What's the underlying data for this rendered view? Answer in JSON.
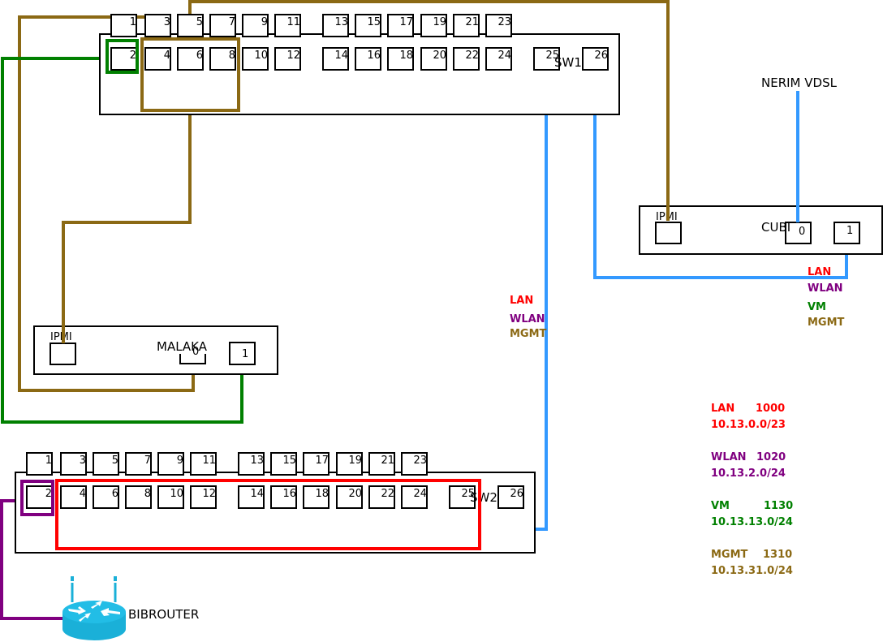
{
  "colors": {
    "lan": "#ff0000",
    "wlan": "#800080",
    "vm": "#008000",
    "mgmt": "#8b6914",
    "uplink": "#3399ff",
    "router": "#1ab0d8"
  },
  "devices": {
    "sw1": {
      "label": "SW1",
      "ports_top": [
        "1",
        "3",
        "5",
        "7",
        "9",
        "11",
        "13",
        "15",
        "17",
        "19",
        "21",
        "23"
      ],
      "ports_bottom": [
        "2",
        "4",
        "6",
        "8",
        "10",
        "12",
        "14",
        "16",
        "18",
        "20",
        "22",
        "24",
        "25",
        "26"
      ]
    },
    "sw2": {
      "label": "SW2",
      "ports_top": [
        "1",
        "3",
        "5",
        "7",
        "9",
        "11",
        "13",
        "15",
        "17",
        "19",
        "21",
        "23"
      ],
      "ports_bottom": [
        "2",
        "4",
        "6",
        "8",
        "10",
        "12",
        "14",
        "16",
        "18",
        "20",
        "22",
        "24",
        "25",
        "26"
      ]
    },
    "malaka": {
      "label": "MALAKA",
      "ipmi_label": "IPMI",
      "port0": "0",
      "port1": "1"
    },
    "cubi": {
      "label": "CUBI",
      "ipmi_label": "IPMI",
      "port0": "0",
      "port1": "1"
    },
    "nerim": {
      "label": "NERIM VDSL"
    },
    "bibrouter": {
      "label": "BIBROUTER",
      "icon": "router-icon"
    }
  },
  "trunk_labels": {
    "sw1_sw2": [
      "LAN",
      "WLAN",
      "MGMT"
    ],
    "sw1_cubi": [
      "LAN",
      "WLAN",
      "VM",
      "MGMT"
    ]
  },
  "legend": [
    {
      "name": "LAN",
      "vlan": "1000",
      "subnet": "10.13.0.0/23",
      "color_key": "lan"
    },
    {
      "name": "WLAN",
      "vlan": "1020",
      "subnet": "10.13.2.0/24",
      "color_key": "wlan"
    },
    {
      "name": "VM",
      "vlan": "1130",
      "subnet": "10.13.13.0/24",
      "color_key": "vm"
    },
    {
      "name": "MGMT",
      "vlan": "1310",
      "subnet": "10.13.31.0/24",
      "color_key": "mgmt"
    }
  ]
}
